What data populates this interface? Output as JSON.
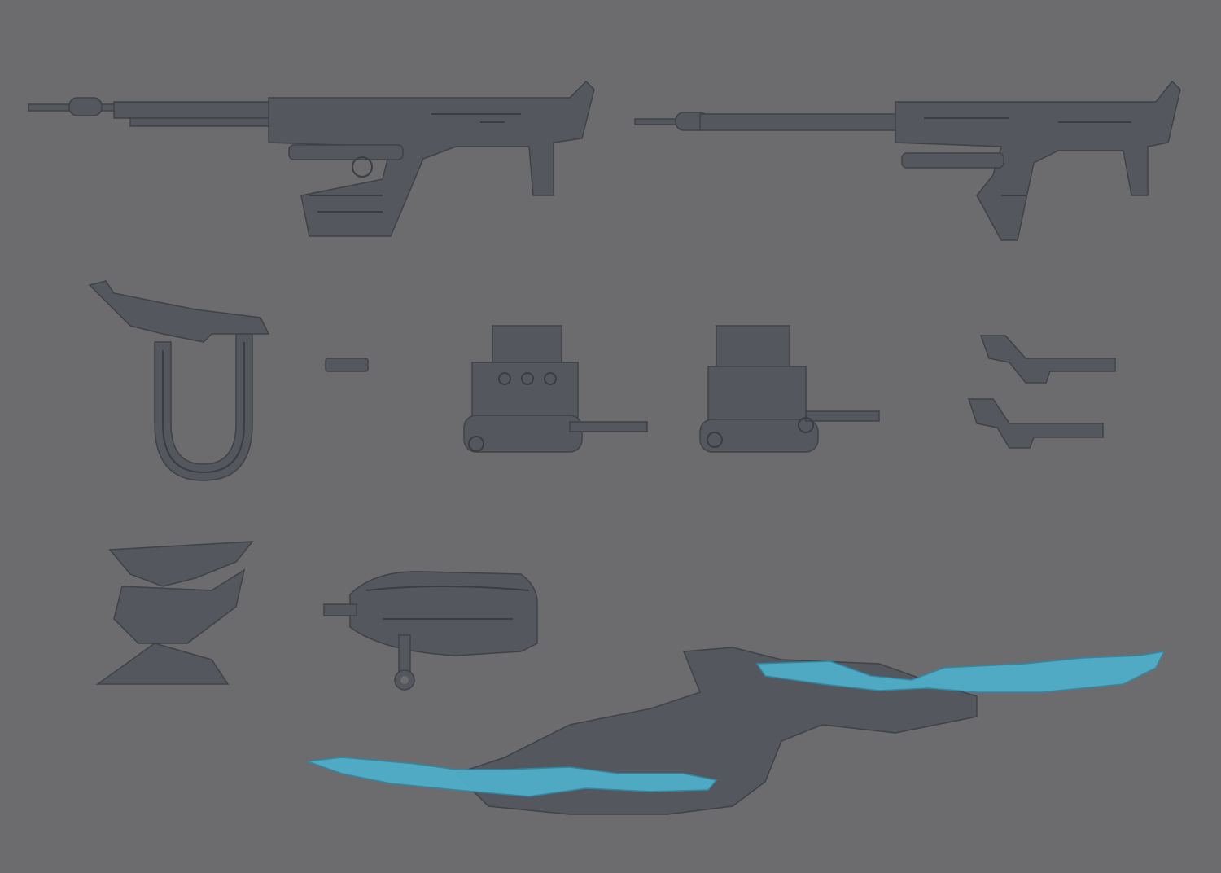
{
  "photo": {
    "subject": "weapon-parts-set",
    "colors": {
      "background": "#6c6c6e",
      "parts": "#54575d",
      "blade": "#4fb0cc"
    },
    "parts": [
      {
        "name": "rifle-large"
      },
      {
        "name": "rifle-compact"
      },
      {
        "name": "smg-with-feed-loop"
      },
      {
        "name": "small-connector"
      },
      {
        "name": "launcher-pod-a"
      },
      {
        "name": "launcher-pod-b"
      },
      {
        "name": "mount-brackets"
      },
      {
        "name": "wing-frame-parts"
      },
      {
        "name": "cannon"
      },
      {
        "name": "twin-energy-blade"
      }
    ]
  }
}
